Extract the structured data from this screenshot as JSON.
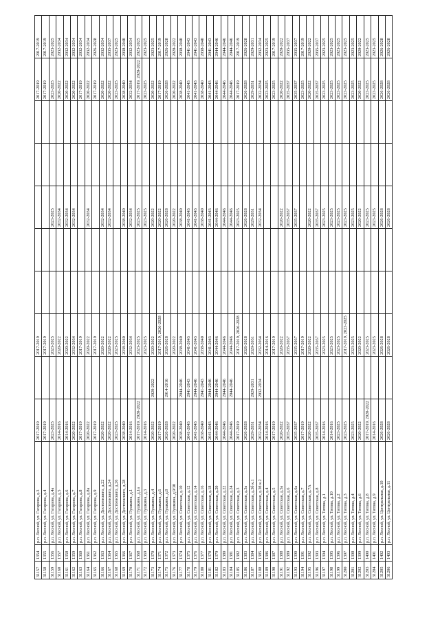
{
  "rows": [
    {
      "id": "31157",
      "num": "1354",
      "address": "р.п. Лесной, ул. Гагарина, д.3",
      "y": [
        "2017-2019",
        "",
        "2017-2019",
        "",
        "",
        "",
        "",
        "",
        "2017-2019",
        "2017-2019"
      ]
    },
    {
      "id": "31158",
      "num": "1355",
      "address": "р.п. Лесной, ул. Гагарина, д.4",
      "y": [
        "2017-2019",
        "",
        "2017-2019",
        "",
        "",
        "",
        "",
        "",
        "2017-2019",
        "2017-2019"
      ]
    },
    {
      "id": "31159",
      "num": "1356",
      "address": "р.п. Лесной, ул. Гагарина, д.4а",
      "y": [
        "2023-2025",
        "",
        "2023-2025",
        "",
        "",
        "2023-2025",
        "",
        "",
        "2023-2025",
        "2023-2025"
      ]
    },
    {
      "id": "31160",
      "num": "1357",
      "address": "р.п. Лесной, ул. Гагарина, д.5",
      "y": [
        "2014-2016",
        "",
        "2020-2022",
        "",
        "",
        "2032-2034",
        "",
        "",
        "2020-2022",
        "2032-2034"
      ]
    },
    {
      "id": "31161",
      "num": "1358",
      "address": "р.п. Лесной, ул. Гагарина, д.6",
      "y": [
        "2014-2016",
        "",
        "2020-2022",
        "",
        "",
        "2032-2034",
        "",
        "",
        "2020-2022",
        "2032-2034"
      ]
    },
    {
      "id": "31162",
      "num": "1359",
      "address": "р.п. Лесной, ул. Гагарина, д.7",
      "y": [
        "2020-2022",
        "",
        "2032-2034",
        "",
        "",
        "2032-2034",
        "",
        "",
        "2020-2022",
        "2032-2034"
      ]
    },
    {
      "id": "31163",
      "num": "1360",
      "address": "р.п. Лесной, ул. Гагарина, д.8",
      "y": [
        "2017-2019",
        "",
        "2017-2019",
        "",
        "",
        "",
        "",
        "",
        "2017-2019",
        "2032-2034"
      ]
    },
    {
      "id": "31164",
      "num": "1361",
      "address": "р.п. Лесной, ул. Гагарина, д.8а",
      "y": [
        "2020-2022",
        "",
        "2020-2022",
        "",
        "",
        "2032-2034",
        "",
        "",
        "2020-2022",
        "2032-2034"
      ]
    },
    {
      "id": "31165",
      "num": "1362",
      "address": "р.п. Лесной, ул. Гагарина, д.9",
      "y": [
        "2017-2019",
        "",
        "2017-2019",
        "",
        "",
        "",
        "",
        "",
        "2017-2019",
        "2026-2028"
      ]
    },
    {
      "id": "31166",
      "num": "1363",
      "address": "р.п. Лесной, ул. Достоевского, д.22",
      "y": [
        "2020-2022",
        "",
        "2020-2022",
        "",
        "",
        "2032-2034",
        "",
        "",
        "2020-2022",
        "2032-2034"
      ]
    },
    {
      "id": "31167",
      "num": "1364",
      "address": "р.п. Лесной, ул. Достоевского, д.24",
      "y": [
        "2020-2022",
        "",
        "2020-2022",
        "",
        "",
        "2032-2034",
        "",
        "",
        "2020-2022",
        "2035-2037"
      ]
    },
    {
      "id": "31168",
      "num": "1365",
      "address": "р.п. Лесной, ул. Достоевского, д.26",
      "y": [
        "2023-2025",
        "",
        "2023-2025",
        "",
        "",
        "",
        "",
        "",
        "2023-2025",
        "2023-2025"
      ]
    },
    {
      "id": "31169",
      "num": "1366",
      "address": "р.п. Лесной, ул. Достоевского, д.28",
      "y": [
        "2038-2040",
        "",
        "2038-2040",
        "",
        "",
        "2038-2040",
        "",
        "",
        "2038-2040",
        "2038-2040"
      ]
    },
    {
      "id": "31170",
      "num": "1367",
      "address": "р.п. Лесной, ул. Пушкина, д.1",
      "y": [
        "2014-2016",
        "",
        "2032-2034",
        "",
        "",
        "2032-2034",
        "",
        "",
        "2032-2034",
        "2032-2034"
      ]
    },
    {
      "id": "31171",
      "num": "1368",
      "address": "р.п. Лесной, ул. Пушкина, д.1а",
      "y": [
        "2017-2019, 2020-2022",
        "",
        "2023-2025",
        "",
        "",
        "2023-2025",
        "",
        "",
        "2017-2019, 2020-2022",
        "2023-2025"
      ]
    },
    {
      "id": "31172",
      "num": "1369",
      "address": "р.п. Лесной, ул. Пушкина, д.3",
      "y": [
        "2014-2016",
        "",
        "2023-2025",
        "",
        "",
        "2023-2025",
        "",
        "",
        "2023-2025",
        "2023-2025"
      ]
    },
    {
      "id": "31173",
      "num": "1370",
      "address": "р.п. Лесной, ул. Пушкина, д.4",
      "y": [
        "2020-2022",
        "2020-2022",
        "2020-2022",
        "",
        "",
        "2020-2022",
        "",
        "",
        "2020-2022",
        "2023-2025"
      ]
    },
    {
      "id": "31174",
      "num": "1371",
      "address": "р.п. Лесной, ул. Пушкина, д.6",
      "y": [
        "2017-2019",
        "",
        "2017-2019, 2026-2028",
        "",
        "",
        "2020-2022",
        "",
        "",
        "2017-2019",
        "2017-2019"
      ]
    },
    {
      "id": "31175",
      "num": "1372",
      "address": "р.п. Лесной, ул. Пушкина, д.8",
      "y": [
        "2026-2028",
        "2014-2016",
        "2026-2028",
        "",
        "",
        "2026-2028",
        "",
        "",
        "2026-2028",
        "2026-2028"
      ]
    },
    {
      "id": "31176",
      "num": "1373",
      "address": "р.п. Лесной, ул. Пушкина, д.9/30",
      "y": [
        "2020-2022",
        "",
        "2020-2022",
        "",
        "",
        "2020-2022",
        "",
        "",
        "2020-2022",
        "2020-2022"
      ]
    },
    {
      "id": "31177",
      "num": "1374",
      "address": "р.п. Лесной, ул. Советская, д.10",
      "y": [
        "2038-2040",
        "2044-2046",
        "2038-2040",
        "",
        "",
        "2038-2040",
        "",
        "",
        "2038-2040",
        "2038-2040"
      ]
    },
    {
      "id": "31178",
      "num": "1375",
      "address": "р.п. Лесной, ул. Советская, д.12",
      "y": [
        "2041-2043",
        "2041-2043",
        "2041-2043",
        "",
        "",
        "2041-2043",
        "",
        "",
        "2041-2043",
        "2041-2043"
      ]
    },
    {
      "id": "31179",
      "num": "1376",
      "address": "р.п. Лесной, ул. Советская, д.14",
      "y": [
        "2041-2043",
        "2044-2046",
        "2041-2043",
        "",
        "",
        "2041-2043",
        "",
        "",
        "2041-2043",
        "2041-2043"
      ]
    },
    {
      "id": "31180",
      "num": "1377",
      "address": "р.п. Лесной, ул. Советская, д.16",
      "y": [
        "2038-2040",
        "2041-2043",
        "2038-2040",
        "",
        "",
        "2038-2040",
        "",
        "",
        "2038-2040",
        "2038-2040"
      ]
    },
    {
      "id": "31181",
      "num": "1378",
      "address": "р.п. Лесной, ул. Советская, д.18",
      "y": [
        "2041-2043",
        "2044-2046",
        "2041-2043",
        "",
        "",
        "2041-2043",
        "",
        "",
        "2041-2043",
        "2041-2043"
      ]
    },
    {
      "id": "31182",
      "num": "1379",
      "address": "р.п. Лесной, ул. Советская, д.20",
      "y": [
        "2044-2046",
        "2044-2046",
        "2044-2046",
        "",
        "",
        "2044-2046",
        "",
        "",
        "2044-2046",
        "2044-2046"
      ]
    },
    {
      "id": "31183",
      "num": "1380",
      "address": "р.п. Лесной, ул. Советская, д.22",
      "y": [
        "2044-2046",
        "2044-2046",
        "2044-2046",
        "",
        "",
        "2044-2046",
        "",
        "",
        "2044-2046",
        "2044-2046"
      ]
    },
    {
      "id": "31184",
      "num": "1381",
      "address": "р.п. Лесной, ул. Советская, д.24",
      "y": [
        "2044-2046",
        "2044-2046",
        "2044-2046",
        "",
        "",
        "2044-2046",
        "",
        "",
        "2044-2046",
        "2044-2046"
      ]
    },
    {
      "id": "31185",
      "num": "1382",
      "address": "р.п. Лесной, ул. Советская, д.3",
      "y": [
        "2017-2019",
        "",
        "2017-2019, 2026-2028",
        "",
        "",
        "2023-2025",
        "",
        "",
        "2017-2019",
        "2017-2019"
      ]
    },
    {
      "id": "31186",
      "num": "1383",
      "address": "р.п. Лесной, ул. Советская, д.3а",
      "y": [
        "2026-2028",
        "",
        "2026-2028",
        "",
        "",
        "2026-2028",
        "",
        "",
        "2026-2028",
        "2026-2028"
      ]
    },
    {
      "id": "31187",
      "num": "1384",
      "address": "р.п. Лесной, ул. Советская, д.3б к.1",
      "y": [
        "2029-2031",
        "2029-2031",
        "2029-2031",
        "",
        "",
        "2029-2031",
        "",
        "",
        "2029-2031",
        "2029-2031"
      ]
    },
    {
      "id": "31188",
      "num": "1385",
      "address": "р.п. Лесной, ул. Советская, д.3б к.2",
      "y": [
        "2032-2034",
        "2032-2034",
        "2032-2034",
        "",
        "",
        "2032-2034",
        "",
        "",
        "2032-2034",
        "2032-2034"
      ]
    },
    {
      "id": "31189",
      "num": "1386",
      "address": "р.п. Лесной, ул. Советская, д.4",
      "y": [
        "2014-2016",
        "",
        "2014-2016",
        "",
        "",
        "",
        "",
        "",
        "2023-2025",
        "2023-2025"
      ]
    },
    {
      "id": "31190",
      "num": "1387",
      "address": "р.п. Лесной, ул. Советская, д.5",
      "y": [
        "2017-2019",
        "",
        "2017-2019",
        "",
        "",
        "",
        "",
        "",
        "2023-2025",
        "2017-2019"
      ]
    },
    {
      "id": "31191",
      "num": "1388",
      "address": "р.п. Лесной, ул. Советская, д.5а",
      "y": [
        "2020-2022",
        "",
        "2020-2022",
        "",
        "",
        "2020-2022",
        "",
        "",
        "2020-2022",
        "2020-2022"
      ]
    },
    {
      "id": "31192",
      "num": "1389",
      "address": "р.п. Лесной, ул. Советская, д.6",
      "y": [
        "2035-2037",
        "",
        "2035-2037",
        "",
        "",
        "2035-2037",
        "",
        "",
        "2035-2037",
        "2035-2037"
      ]
    },
    {
      "id": "31193",
      "num": "1390",
      "address": "р.п. Лесной, ул. Советская, д.6а",
      "y": [
        "2035-2037",
        "",
        "2035-2037",
        "",
        "",
        "2035-2037",
        "",
        "",
        "2035-2037",
        "2035-2037"
      ]
    },
    {
      "id": "31194",
      "num": "1391",
      "address": "р.п. Лесной, ул. Советская, д.7",
      "y": [
        "2017-2019",
        "",
        "2017-2019",
        "",
        "",
        "",
        "",
        "",
        "2023-2025",
        "2017-2019"
      ]
    },
    {
      "id": "31195",
      "num": "1392",
      "address": "р.п. Лесной, ул. Советская, д.7А",
      "y": [
        "2020-2022",
        "",
        "2020-2022",
        "",
        "",
        "2020-2022",
        "",
        "",
        "2020-2022",
        "2020-2022"
      ]
    },
    {
      "id": "31196",
      "num": "1393",
      "address": "р.п. Лесной, ул. Советская, д.8",
      "y": [
        "2035-2037",
        "",
        "2035-2037",
        "",
        "",
        "2035-2037",
        "",
        "",
        "2035-2037",
        "2035-2037"
      ]
    },
    {
      "id": "31197",
      "num": "1394",
      "address": "р.п. Лесной, ул. Титова, д.1",
      "y": [
        "2014-2016",
        "",
        "2023-2025",
        "",
        "",
        "2023-2025",
        "",
        "",
        "2023-2025",
        "2023-2025"
      ]
    },
    {
      "id": "31198",
      "num": "1395",
      "address": "р.п. Лесной, ул. Титова, д.10",
      "y": [
        "2014-2016",
        "",
        "2023-2025",
        "",
        "",
        "2023-2025",
        "",
        "",
        "2023-2025",
        "2023-2025"
      ]
    },
    {
      "id": "31199",
      "num": "1396",
      "address": "р.п. Лесной, ул. Титова, д.2",
      "y": [
        "2023-2025",
        "",
        "2023-2025",
        "",
        "",
        "2023-2025",
        "",
        "",
        "2023-2025",
        "2023-2025"
      ]
    },
    {
      "id": "31200",
      "num": "1397",
      "address": "р.п. Лесной, ул. Титова, д.3",
      "y": [
        "2023-2025",
        "",
        "2017-2019, 2023-2025",
        "",
        "",
        "2023-2025",
        "",
        "",
        "2023-2025",
        "2023-2025"
      ]
    },
    {
      "id": "31201",
      "num": "1398",
      "address": "р.п. Лесной, ул. Титова, д.4",
      "y": [
        "2023-2025",
        "",
        "2023-2025",
        "",
        "",
        "2023-2025",
        "",
        "",
        "2023-2025",
        "2023-2025"
      ]
    },
    {
      "id": "31202",
      "num": "1399",
      "address": "р.п. Лесной, ул. Титова, д.6",
      "y": [
        "2020-2022",
        "",
        "2020-2022",
        "",
        "",
        "2020-2022",
        "",
        "",
        "2020-2022",
        "2020-2022"
      ]
    },
    {
      "id": "31203",
      "num": "1400",
      "address": "р.п. Лесной, ул. Титова, д.8",
      "y": [
        "2017-2019, 2020-2022",
        "",
        "2023-2025",
        "",
        "",
        "2023-2025",
        "",
        "",
        "2023-2025",
        "2023-2025"
      ]
    },
    {
      "id": "31204",
      "num": "1401",
      "address": "р.п. Лесной, ул. Титова, д.9",
      "y": [
        "2014-2016",
        "",
        "2023-2025",
        "",
        "",
        "2023-2025",
        "",
        "",
        "2023-2025",
        "2023-2025"
      ]
    },
    {
      "id": "31205",
      "num": "1402",
      "address": "р.п. Лесной, ул. Центральная, д.10",
      "y": [
        "2026-2028",
        "",
        "2026-2028",
        "",
        "",
        "2026-2028",
        "",
        "",
        "2026-2028",
        "2026-2028"
      ]
    },
    {
      "id": "31206",
      "num": "1403",
      "address": "р.п. Лесной, ул. Центральная, д.11",
      "y": [
        "2026-2028",
        "",
        "2026-2028",
        "",
        "",
        "2026-2028",
        "",
        "",
        "2026-2028",
        "2026-2028"
      ]
    }
  ]
}
